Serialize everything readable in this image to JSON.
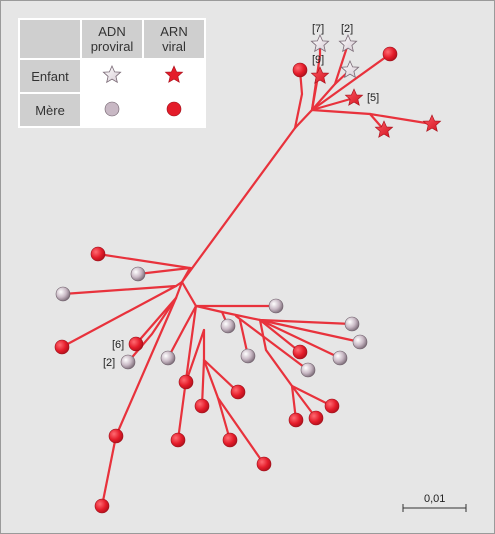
{
  "legend": {
    "col_adn_line1": "ADN",
    "col_adn_line2": "proviral",
    "col_arn_line1": "ARN",
    "col_arn_line2": "viral",
    "row_child": "Enfant",
    "row_mother": "Mère"
  },
  "labels": {
    "child_adn_7": "[7]",
    "child_adn_2": "[2]",
    "child_arn_9": "[9]",
    "child_arn_5": "[5]",
    "mother_arn_6": "[6]",
    "mother_adn_2": "[2]"
  },
  "scale_label": "0,01",
  "colors": {
    "branch": "#e8323c",
    "rna": "#e8323c",
    "dna": "#c8b8c4",
    "background": "#e6e6e6"
  },
  "legend_icons": {
    "child_dna": "outline-star-icon",
    "child_rna": "red-star-icon",
    "mother_dna": "grey-circle-icon",
    "mother_rna": "red-circle-icon"
  }
}
